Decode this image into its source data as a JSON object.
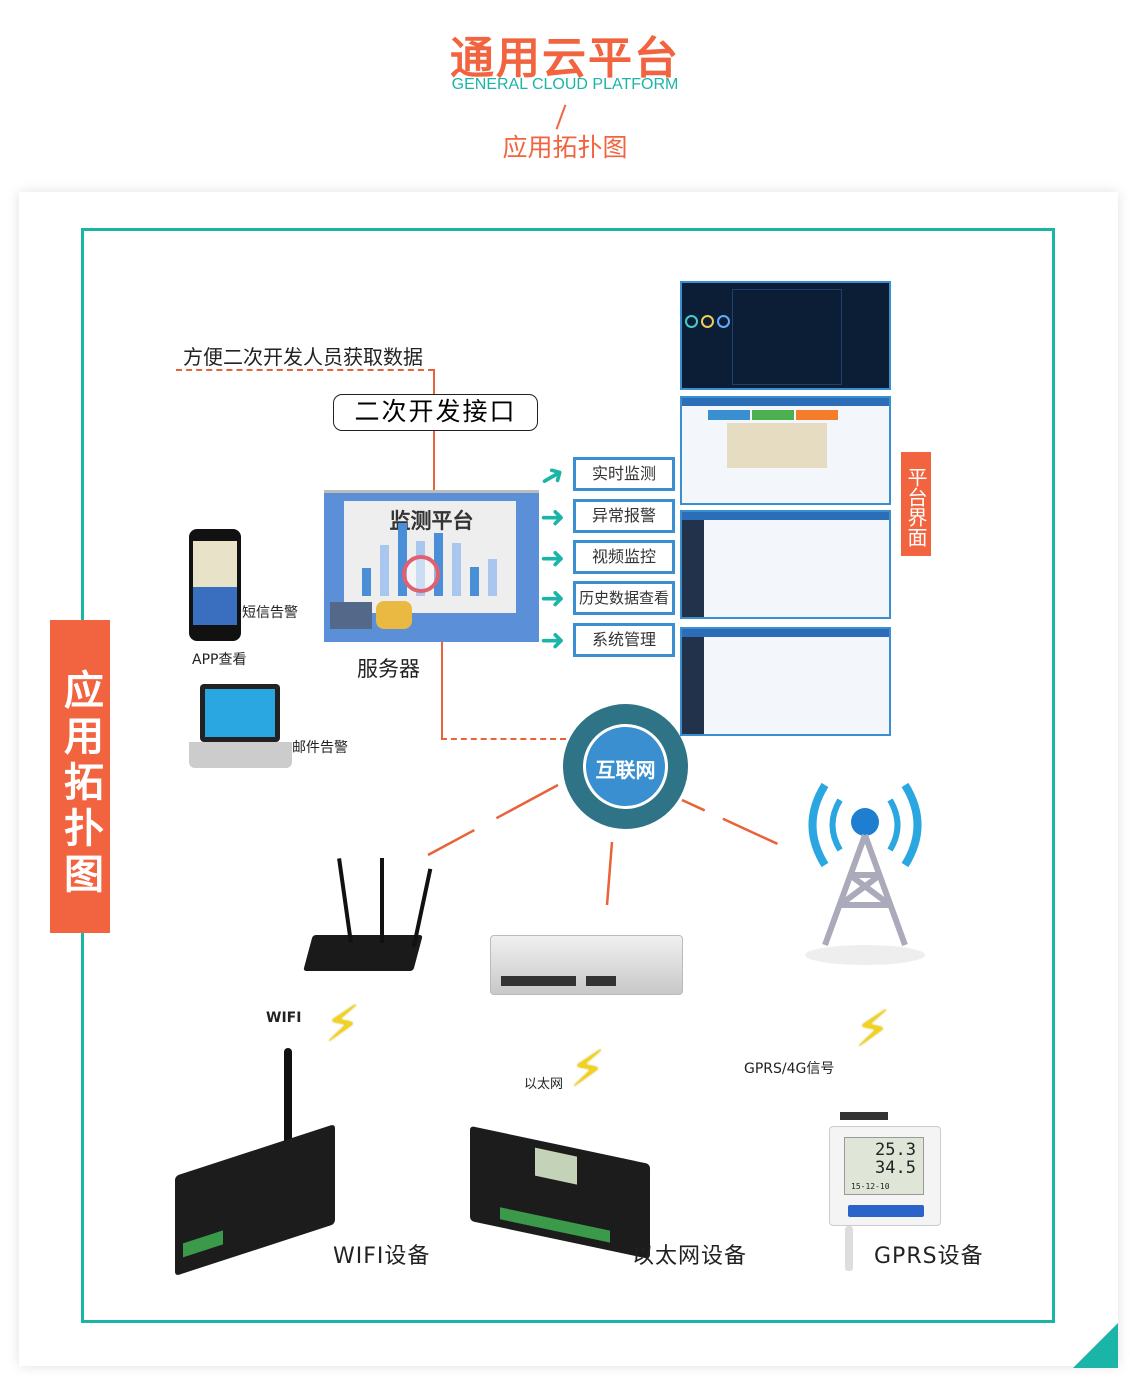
{
  "header": {
    "title": "通用云平台",
    "subtitle": "GENERAL CLOUD PLATFORM",
    "section_title": "应用拓扑图"
  },
  "side_label": "应用拓扑图",
  "platform_label": "平台界面",
  "dev_note": "方便二次开发人员获取数据",
  "api_box": "二次开发接口",
  "monitor": {
    "title": "监测平台",
    "caption": "服务器"
  },
  "features": [
    "实时监测",
    "异常报警",
    "视频监控",
    "历史数据查看",
    "系统管理"
  ],
  "clients": {
    "sms": "短信告警",
    "app": "APP查看",
    "email": "邮件告警"
  },
  "internet": "互联网",
  "links": {
    "wifi": "WIFI",
    "ethernet": "以太网",
    "gprs": "GPRS/4G信号"
  },
  "devices": {
    "wifi": "WIFI设备",
    "ethernet": "以太网设备",
    "gprs": "GPRS设备"
  },
  "sensor_display": {
    "temp": "25.3",
    "hum": "34.5",
    "date": "15-12-10"
  },
  "colors": {
    "orange": "#f26440",
    "teal": "#1bb5a8",
    "blue": "#3a8fd0"
  }
}
